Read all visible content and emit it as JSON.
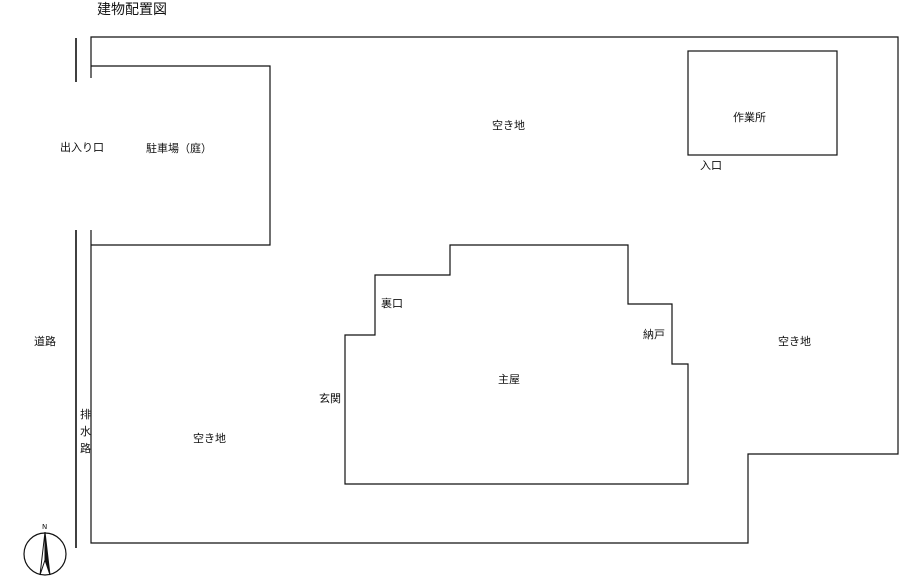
{
  "title": "建物配置図",
  "labels": {
    "entrance_exit": "出入り口",
    "parking": "駐車場（庭）",
    "vacant_top": "空き地",
    "workshop": "作業所",
    "workshop_entrance": "入口",
    "back_door": "裏口",
    "storage": "納戸",
    "vacant_right": "空き地",
    "road": "道路",
    "front_door": "玄関",
    "main_house": "主屋",
    "drain_1": "排",
    "drain_2": "水",
    "drain_3": "路",
    "vacant_bottom": "空き地",
    "north": "N"
  },
  "colors": {
    "line": "#111111",
    "background": "#ffffff"
  }
}
